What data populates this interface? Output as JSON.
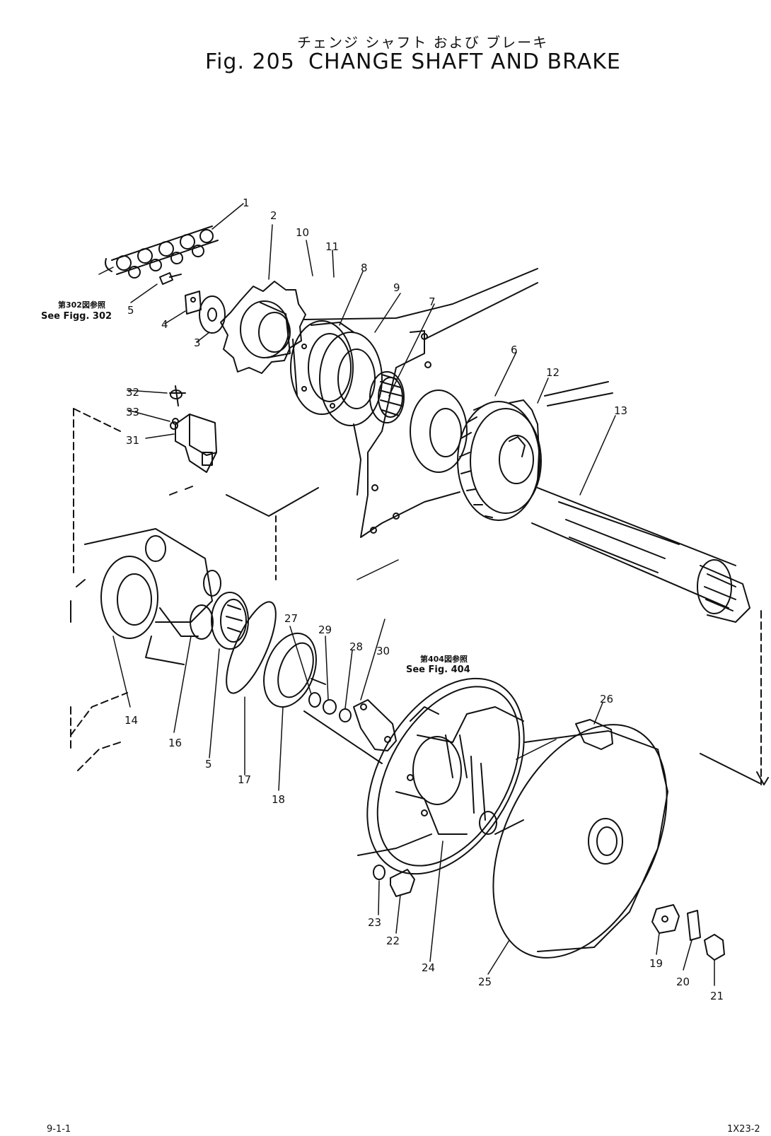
{
  "header": {
    "title_jp": "チェンジ シャフト および ブレーキ",
    "fig_label": "Fig. 205",
    "title_en": "CHANGE SHAFT AND BRAKE"
  },
  "refs": {
    "ref1_jp": "第302図参照",
    "ref1_en": "See Figg. 302",
    "ref2_jp": "第404図参照",
    "ref2_en": "See Fig. 404"
  },
  "parts": {
    "p1": "1",
    "p2": "2",
    "p3": "3",
    "p4": "4",
    "p5a": "5",
    "p5b": "5",
    "p6": "6",
    "p7": "7",
    "p8": "8",
    "p9": "9",
    "p10": "10",
    "p11": "11",
    "p12": "12",
    "p13": "13",
    "p14": "14",
    "p16": "16",
    "p17": "17",
    "p18": "18",
    "p19": "19",
    "p20": "20",
    "p21": "21",
    "p22": "22",
    "p23": "23",
    "p24": "24",
    "p25": "25",
    "p26": "26",
    "p27": "27",
    "p28": "28",
    "p29": "29",
    "p30": "30",
    "p31": "31",
    "p32": "32",
    "p33": "33"
  },
  "footer": {
    "left": "9-1-1",
    "right": "1X23-2"
  }
}
